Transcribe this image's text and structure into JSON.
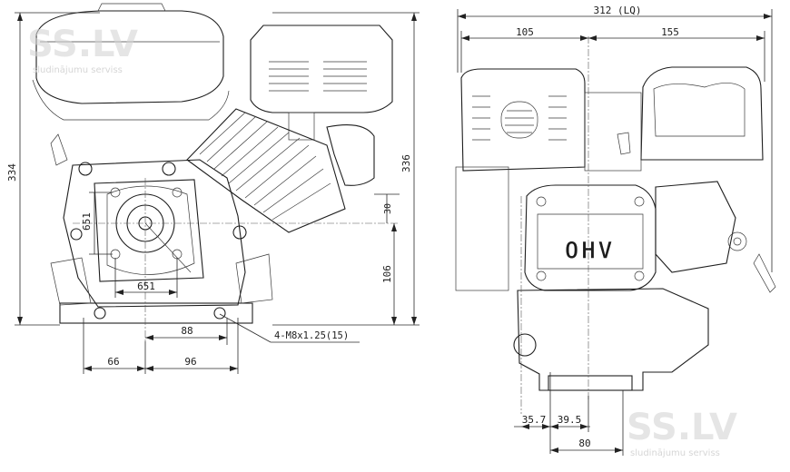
{
  "front_view": {
    "dim_height_left": "334",
    "dim_height_right": "336",
    "dim_shaft_height": "106",
    "dim_offset_30": "30",
    "dim_bolt_vertical": "651",
    "dim_bolt_horizontal": "651",
    "dim_base_88": "88",
    "dim_base_66": "66",
    "dim_base_96": "96",
    "mount_bolt_note": "4-M8x1.25(15)"
  },
  "side_view": {
    "dim_overall": "312 (LQ)",
    "dim_105": "105",
    "dim_155": "155",
    "dim_35_7": "35.7",
    "dim_39_5": "39.5",
    "dim_80": "80",
    "ohv_label": "OHV"
  },
  "watermarks": {
    "brand_top": "SS.LV",
    "sub_top": "sludinājumu serviss",
    "brand_bottom": "SS.LV",
    "sub_bottom": "sludinājumu serviss"
  },
  "icons": [
    "ss-lv-watermark-logo"
  ]
}
